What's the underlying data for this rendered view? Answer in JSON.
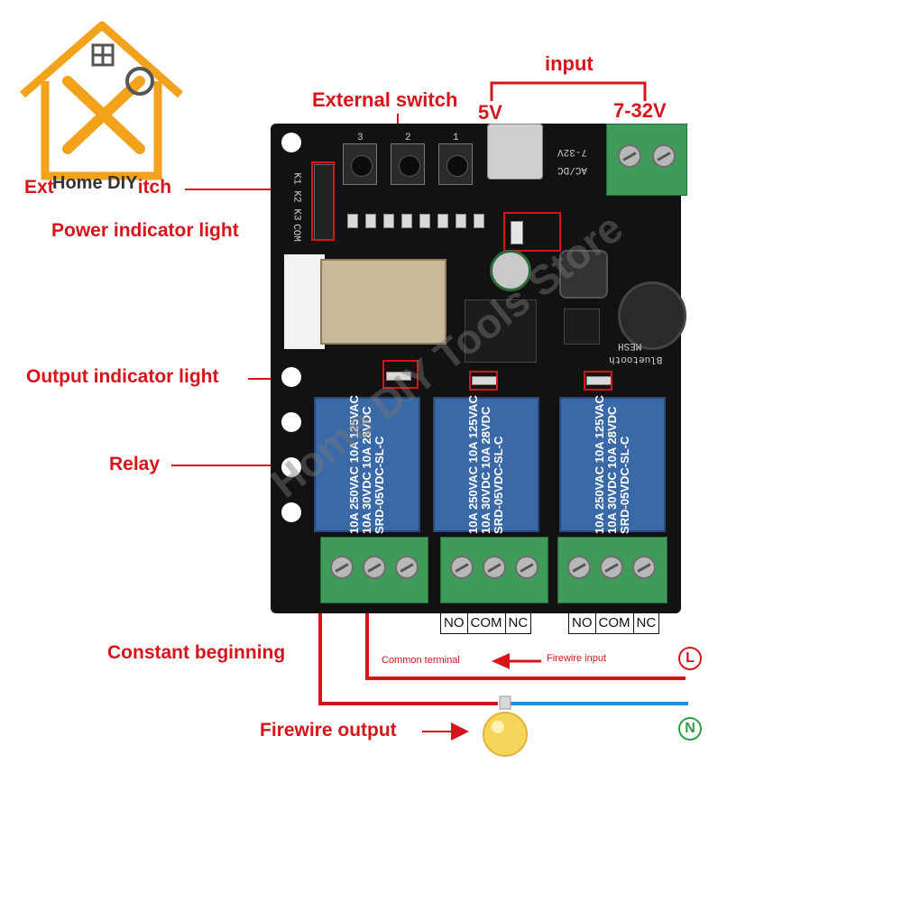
{
  "logo": {
    "text": "Home DIY",
    "colors": {
      "outline": "#f2a21b",
      "tools": "#f2a21b"
    }
  },
  "labels": {
    "external_switch_left": "Ext",
    "external_switch_right": "itch",
    "external_switch_top": "External switch",
    "power_indicator": "Power indicator light",
    "output_indicator": "Output indicator light",
    "relay": "Relay",
    "constant_beginning": "Constant beginning",
    "firewire_output": "Firewire output",
    "input": "input",
    "v5": "5V",
    "v7_32": "7-32V",
    "common_terminal": "Common terminal",
    "firewire_input": "Firewire input",
    "live": "L",
    "neutral": "N"
  },
  "board": {
    "buttons": [
      "3",
      "2",
      "1"
    ],
    "pin_labels": [
      "K1",
      "K2",
      "K3",
      "COM"
    ],
    "silk_ac_dc": "AC/DC",
    "silk_voltage": "7-32V",
    "silk_bluetooth": "Bluetooth",
    "silk_mesh": "MESH",
    "relay_lines": [
      "10A 250VAC 10A 125VAC",
      "10A 30VDC 10A 28VDC",
      "SRD-05VDC-SL-C"
    ],
    "terminal_labels": [
      "NO",
      "COM",
      "NC"
    ],
    "watermark": "Home DIY Tools Store"
  },
  "colors": {
    "accent_red": "#d8141b",
    "board": "#121212",
    "relay_blue": "#3a69a8",
    "terminal_green": "#3f9b5a",
    "neutral_line": "#2b8fd6",
    "neutral_green": "#2f9e45"
  }
}
